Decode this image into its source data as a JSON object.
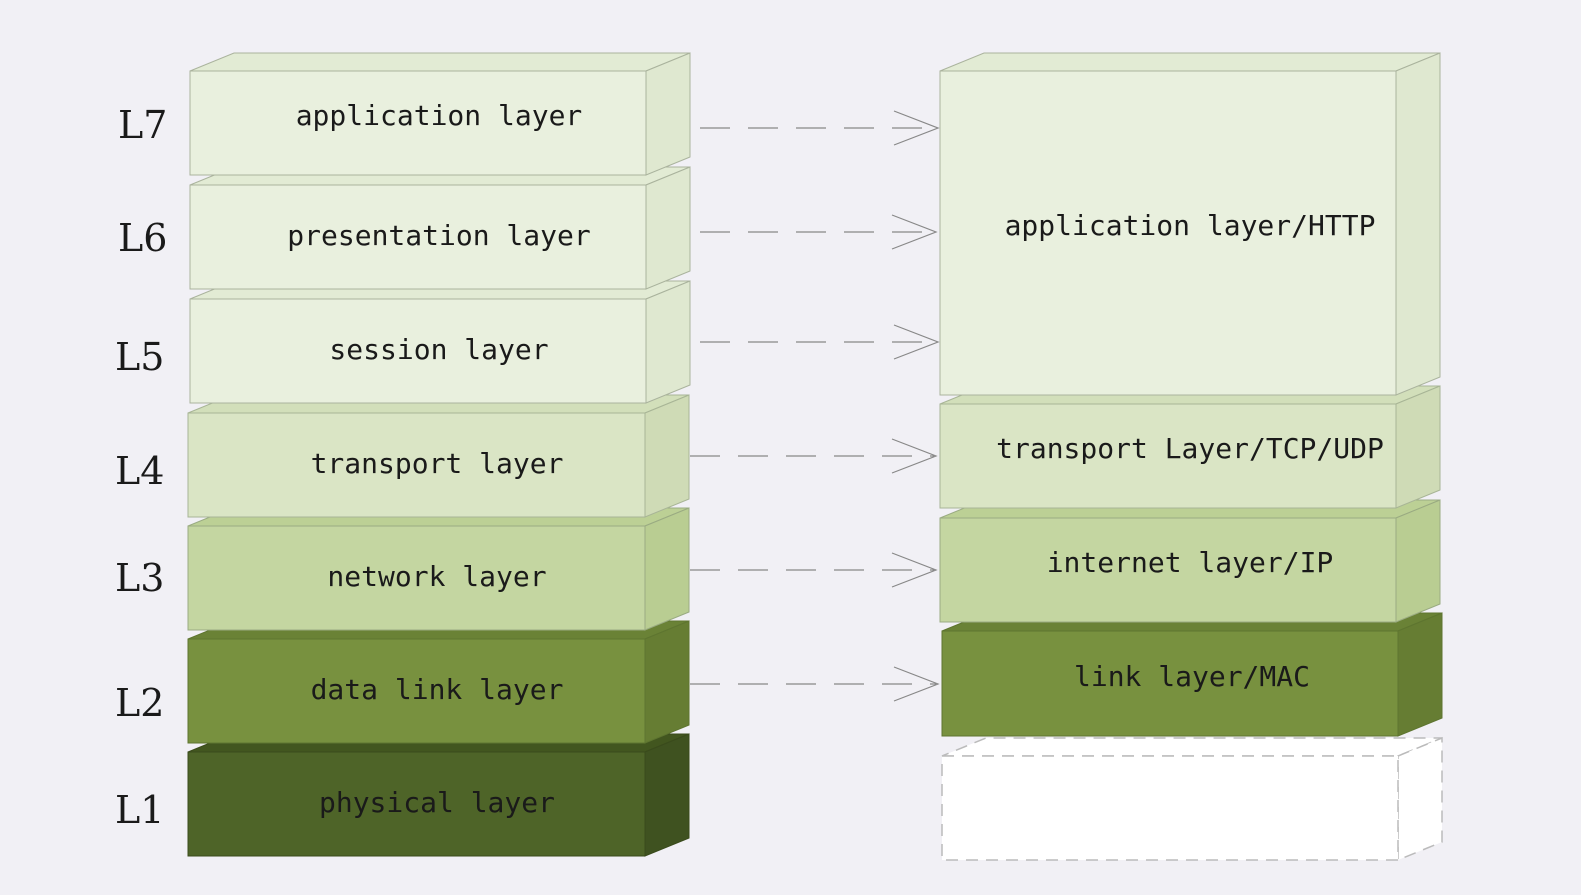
{
  "osi": {
    "levels": [
      "L7",
      "L6",
      "L5",
      "L4",
      "L3",
      "L2",
      "L1"
    ],
    "layers": [
      "application layer",
      "presentation layer",
      "session layer",
      "transport layer",
      "network layer",
      "data link layer",
      "physical layer"
    ]
  },
  "tcpip": {
    "layers": [
      "application layer/HTTP",
      "transport Layer/TCP/UDP",
      "internet layer/IP",
      "link layer/MAC"
    ]
  },
  "colors": {
    "background": "#f1f0f5",
    "upper_face": "#e9f0de",
    "transport_face": "#dae5c5",
    "network_face": "#c4d6a1",
    "link_face": "#78913f",
    "physical_face": "#4e6428",
    "arrow": "#888888",
    "empty_stroke": "#bbbbbb"
  }
}
